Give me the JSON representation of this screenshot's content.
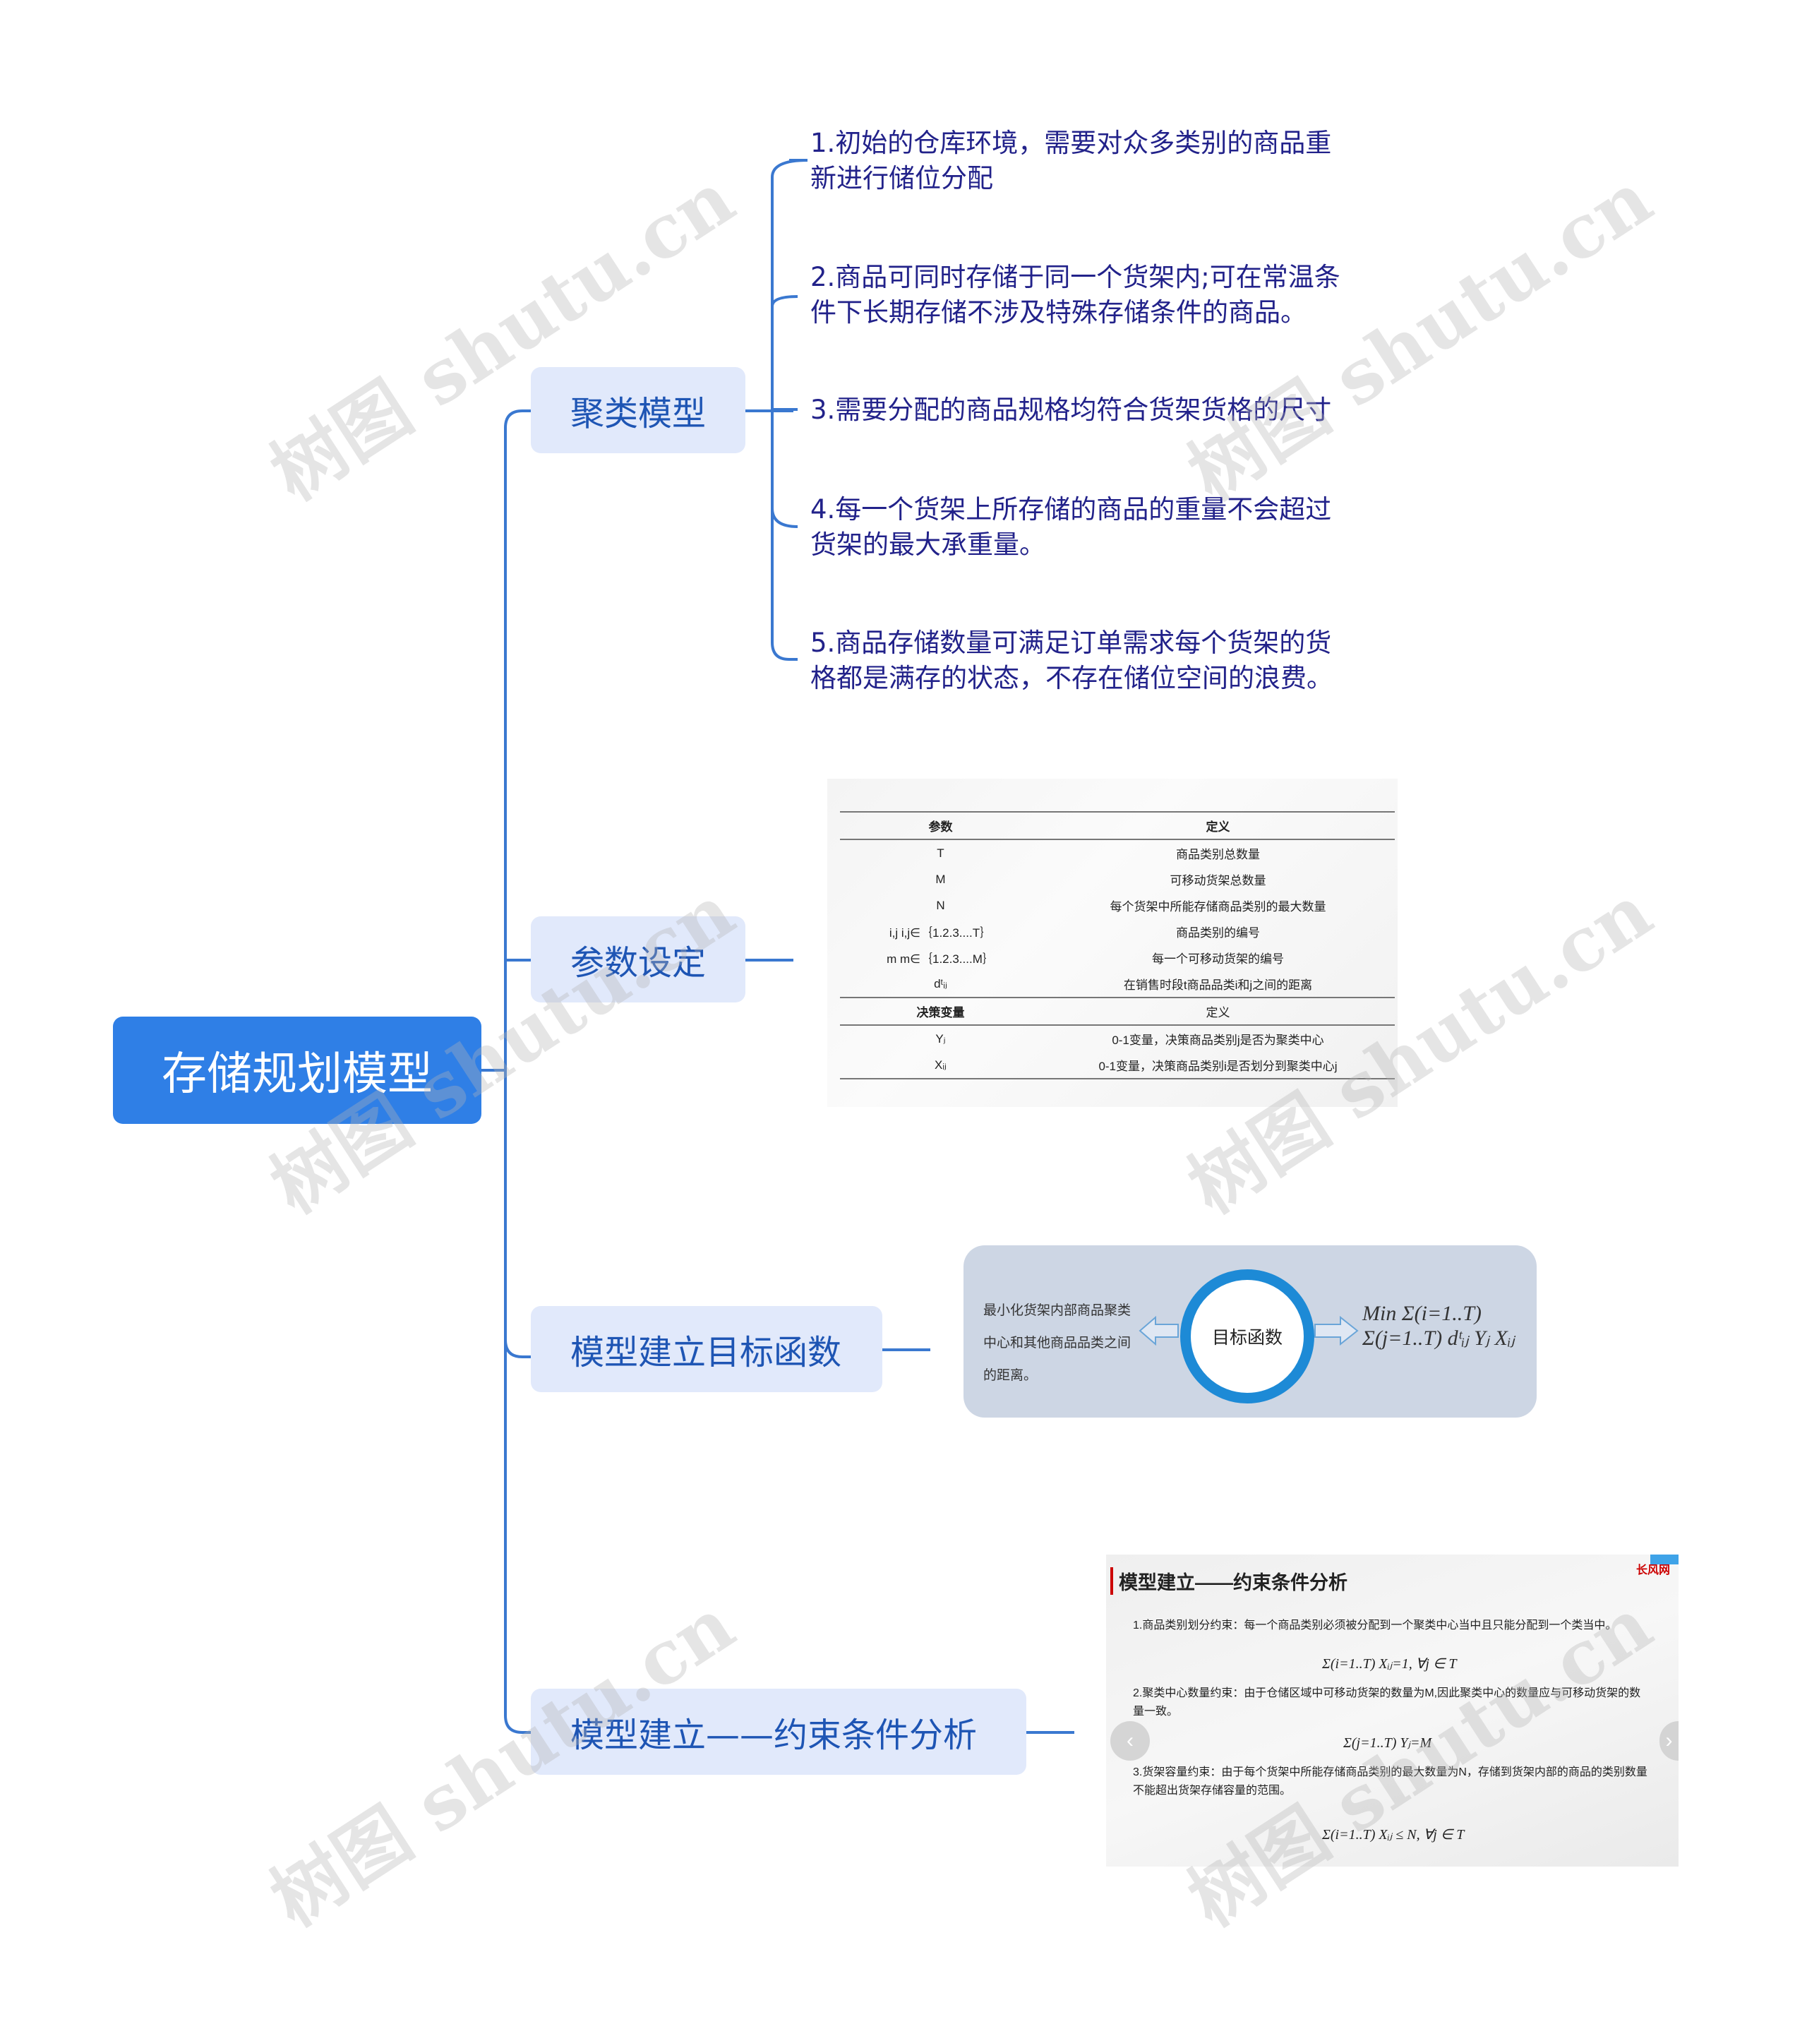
{
  "root": {
    "label": "存储规划模型"
  },
  "branches": [
    {
      "label": "聚类模型"
    },
    {
      "label": "参数设定"
    },
    {
      "label": "模型建立目标函数"
    },
    {
      "label": "模型建立——约束条件分析"
    }
  ],
  "leaves": [
    "1.初始的仓库环境，需要对众多类别的商品重新进行储位分配",
    "2.商品可同时存储于同一个货架内;可在常温条件下长期存储不涉及特殊存储条件的商品。",
    "3.需要分配的商品规格均符合货架货格的尺寸",
    "4.每一个货架上所存储的商品的重量不会超过货架的最大承重量。",
    "5.商品存储数量可满足订单需求每个货架的货格都是满存的状态，不存在储位空间的浪费。"
  ],
  "param_table": {
    "header": [
      "参数",
      "定义"
    ],
    "rows": [
      [
        "T",
        "商品类别总数量"
      ],
      [
        "M",
        "可移动货架总数量"
      ],
      [
        "N",
        "每个货架中所能存储商品类别的最大数量"
      ],
      [
        "i,j   i,j∈｛1.2.3....T｝",
        "商品类别的编号"
      ],
      [
        "m   m∈｛1.2.3....M｝",
        "每一个可移动货架的编号"
      ],
      [
        "dᵗᵢⱼ",
        "在销售时段t商品品类i和j之间的距离"
      ]
    ],
    "header2": [
      "决策变量",
      "定义"
    ],
    "rows2": [
      [
        "Yⱼ",
        "0-1变量，决策商品类别j是否为聚类中心"
      ],
      [
        "Xᵢⱼ",
        "0-1变量，决策商品类别i是否划分到聚类中心j"
      ]
    ]
  },
  "objective": {
    "description": "最小化货架内部商品聚类中心和其他商品品类之间的距离。",
    "center_label": "目标函数",
    "formula": "Min Σ(i=1..T) Σ(j=1..T) dᵗᵢⱼ Yⱼ Xᵢⱼ"
  },
  "constraints": {
    "title": "模型建立——约束条件分析",
    "logo": "长风网",
    "c1_text": "1.商品类别划分约束：每一个商品类别必须被分配到一个聚类中心当中且只能分配到一个类当中。",
    "c1_formula": "Σ(i=1..T) Xᵢⱼ=1, ∀j ∈ T",
    "c2_text": "2.聚类中心数量约束：由于仓储区域中可移动货架的数量为M,因此聚类中心的数量应与可移动货架的数量一致。",
    "c2_formula": "Σ(j=1..T) Yⱼ=M",
    "c3_text": "3.货架容量约束：由于每个货架中所能存储商品类别的最大数量为N，存储到货架内部的商品的类别数量不能超出货架存储容量的范围。",
    "c3_formula": "Σ(i=1..T) Xᵢⱼ ≤ N,  ∀j ∈ T"
  },
  "watermark": "树图 shutu.cn",
  "colors": {
    "root": "#2f7fe6",
    "branch_bg": "#e1e9fb",
    "branch_text": "#1e55b4",
    "connector": "#3a78d0",
    "leaf_text": "#22228a"
  }
}
